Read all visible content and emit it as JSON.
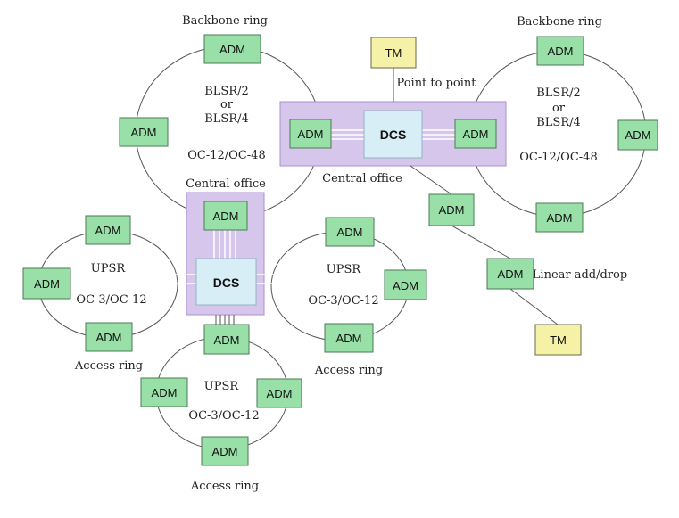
{
  "colors": {
    "adm_fill": "#99e0a8",
    "adm_stroke": "#4a7a55",
    "tm_fill": "#f5f2a8",
    "tm_stroke": "#6a6a40",
    "co_fill": "#d7c6ec",
    "dcs_fill": "#d8eef6",
    "line": "#555555"
  },
  "labels": {
    "adm": "ADM",
    "dcs": "DCS",
    "tm": "TM",
    "backbone_ring": "Backbone ring",
    "access_ring": "Access ring",
    "central_office": "Central office",
    "point_to_point": "Point to point",
    "linear_add_drop": "Linear add/drop",
    "blsr2": "BLSR/2",
    "or": "or",
    "blsr4": "BLSR/4",
    "oc12_48": "OC-12/OC-48",
    "upsr": "UPSR",
    "oc3_12": "OC-3/OC-12"
  }
}
